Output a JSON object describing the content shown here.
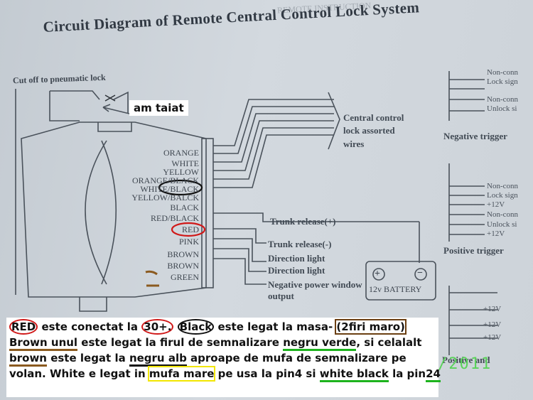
{
  "diagram": {
    "title": "Circuit Diagram of Remote Central Control Lock System",
    "cut_off_label": "Cut off to pneumatic lock",
    "wire_labels": [
      "ORANGE",
      "WHITE",
      "YELLOW",
      "ORANGE/BLACK",
      "WHITE/BLACK",
      "YELLOW/BALCK",
      "BLACK",
      "RED/BLACK",
      "RED",
      "PINK",
      "BROWN",
      "BROWN",
      "GREEN"
    ],
    "central_control": [
      "Central control",
      "lock assorted",
      "wires"
    ],
    "trunk_release_pos": "Trunk release(+)",
    "trunk_release_neg": "Trunk release(-)",
    "direction_light_1": "Direction light",
    "direction_light_2": "Direction light",
    "neg_power_window": [
      "Negative power window",
      "output"
    ],
    "battery_label": "12v  BATTERY",
    "battery_plus": "+",
    "battery_minus": "−",
    "negative_trigger": "Negative trigger",
    "positive_trigger": "Positive trigger",
    "neg_trigger_lines": [
      "Non-conn",
      "Lock sign",
      "Non-conn",
      "Unlock si"
    ],
    "pos_trigger_lines": [
      "Non-conn",
      "Lock sign",
      "+12V",
      "Non-conn",
      "Unlock si",
      "+12V"
    ],
    "lower_right_lines": [
      "+12V",
      "+12V",
      "+12V"
    ],
    "positive_and": "Positive and",
    "top_right_fragment": "REMOTE INSTRUCTION"
  },
  "annotation": {
    "callout": "am taiat",
    "note_lines": [
      [
        {
          "text": "RED",
          "style": "circ-red"
        },
        {
          "text": " este conectat la "
        },
        {
          "text": "30+.",
          "style": "circ-red"
        },
        {
          "text": " "
        },
        {
          "text": "Black",
          "style": "circ-black"
        },
        {
          "text": " este legat la masa- "
        },
        {
          "text": "(2firi maro)",
          "style": "hl-brownbox"
        }
      ],
      [
        {
          "text": "Brown unul",
          "style": "u-brown"
        },
        {
          "text": " este legat la firul de semnalizare "
        },
        {
          "text": "negru verde",
          "style": "u-green"
        },
        {
          "text": ", si celalalt"
        }
      ],
      [
        {
          "text": "brown",
          "style": "u-brown"
        },
        {
          "text": " este legat la "
        },
        {
          "text": "negru alb",
          "style": "u-black"
        },
        {
          "text": " aproape de mufa de semnalizare pe"
        }
      ],
      [
        {
          "text": "volan. White e legat in "
        },
        {
          "text": "mufa mare",
          "style": "hl-yellow"
        },
        {
          "text": " pe usa la pin4 si "
        },
        {
          "text": "white black",
          "style": "u-green"
        },
        {
          "text": " la pin"
        },
        {
          "text": "24",
          "style": "u-green"
        }
      ]
    ],
    "watermark": "/2011"
  }
}
